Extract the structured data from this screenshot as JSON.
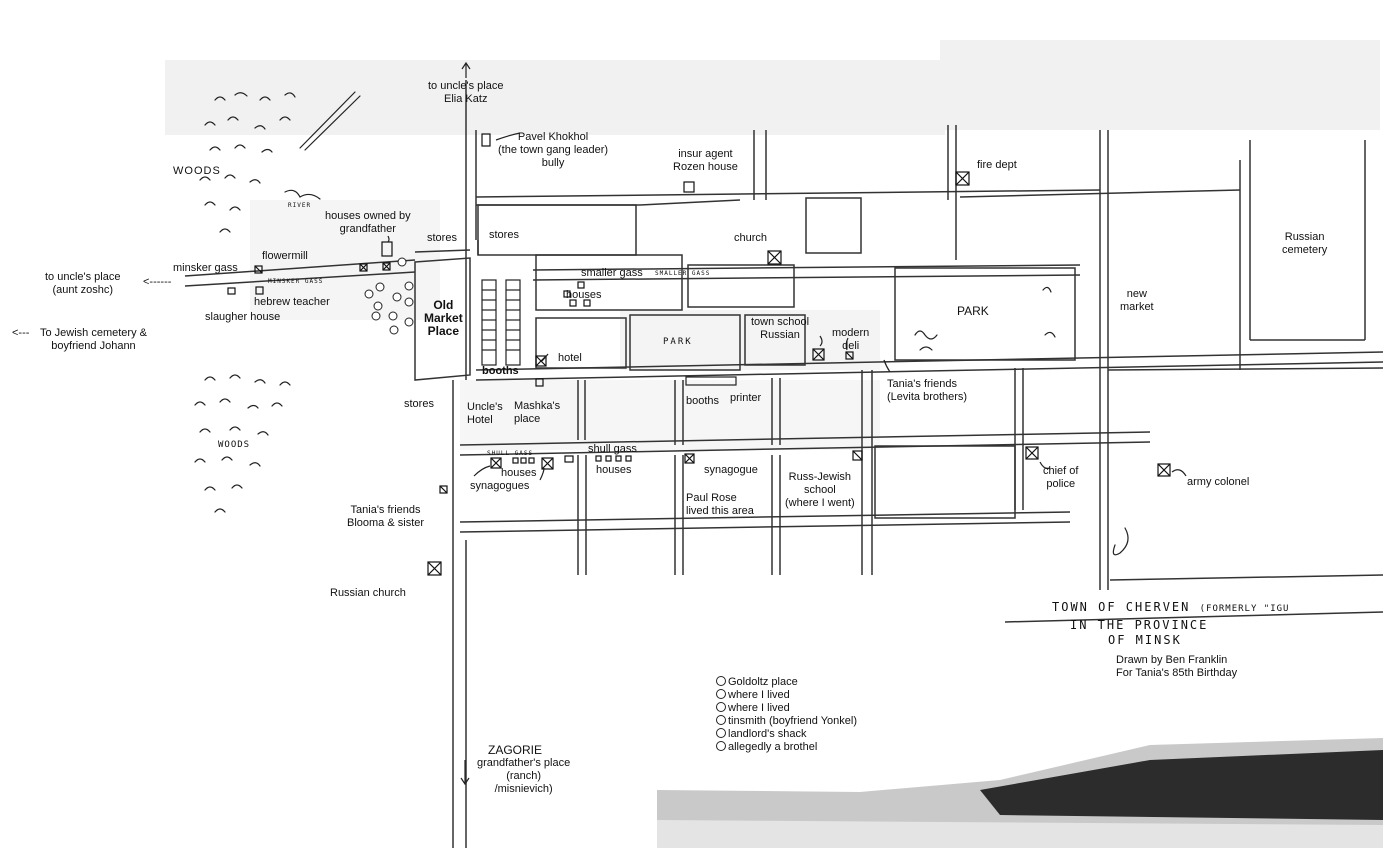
{
  "title": {
    "line1": "TOWN OF CHERVEN",
    "line1_note": "(FORMERLY \"IGU",
    "line2": "IN THE PROVINCE",
    "line3": "OF MINSK",
    "credit1": "Drawn by Ben Franklin",
    "credit2": "For Tania's 85th Birthday"
  },
  "directions": {
    "uncle_elia_1": "to uncle's place",
    "uncle_elia_2": "Elia Katz",
    "uncle_aunt_1": "to uncle's place",
    "uncle_aunt_2": "(aunt zoshc)",
    "uncle_aunt_arrow": "<------",
    "cemetery_1": "To Jewish cemetery &",
    "cemetery_2": "boyfriend Johann",
    "cemetery_arrow": "<---",
    "zagorie": "ZAGORIE",
    "zagorie_2": "grandfather's place",
    "zagorie_3": "(ranch)",
    "zagorie_4": "/misnievich)"
  },
  "labels": {
    "woods_top": "WOODS",
    "woods_bottom": "WOODS",
    "river": "RIVER",
    "pavel_1": "Pavel Khokhol",
    "pavel_2": "(the town gang leader)",
    "pavel_3": "bully",
    "insur_1": "insur agent",
    "insur_2": "Rozen house",
    "fire_dept": "fire dept",
    "houses_grandfather_1": "houses owned by",
    "houses_grandfather_2": "grandfather",
    "stores_1": "stores",
    "stores_2": "stores",
    "stores_3": "stores",
    "church": "church",
    "russian_cemetery_1": "Russian",
    "russian_cemetery_2": "cemetery",
    "flowermill": "flowermill",
    "minsker_gass": "minsker gass",
    "minsker_gass_street": "MINSKER GASS",
    "hebrew_teacher": "hebrew teacher",
    "slaughter_house": "slaugher house",
    "old_market_1": "Old",
    "old_market_2": "Market",
    "old_market_3": "Place",
    "smaller_gass": "smaller gass",
    "smaller_gass_street": "SMALLER GASS",
    "houses_1": "houses",
    "park_big": "PARK",
    "park_small": "PARK",
    "new_market_1": "new",
    "new_market_2": "market",
    "town_school_1": "town school",
    "town_school_2": "Russian",
    "modern_deli_1": "modern",
    "modern_deli_2": "deli",
    "hotel": "hotel",
    "booths_1": "booths",
    "booths_2": "booths",
    "printer": "printer",
    "tania_levita_1": "Tania's friends",
    "tania_levita_2": "(Levita brothers)",
    "uncles_hotel_1": "Uncle's",
    "uncles_hotel_2": "Hotel",
    "mashka_1": "Mashka's",
    "mashka_2": "place",
    "shull_gass": "shull gass",
    "shull_gass_street": "SHULL GASS",
    "houses_2": "houses",
    "houses_3": "houses",
    "synagogues": "synagogues",
    "synagogue": "synagogue",
    "paul_rose_1": "Paul Rose",
    "paul_rose_2": "lived this area",
    "russ_jewish_1": "Russ-Jewish",
    "russ_jewish_2": "school",
    "russ_jewish_3": "(where I went)",
    "chief_police_1": "chief of",
    "chief_police_2": "police",
    "army_colonel": "army colonel",
    "tania_blooma_1": "Tania's friends",
    "tania_blooma_2": "Blooma & sister",
    "russian_church": "Russian church"
  },
  "legend": [
    {
      "key": "1",
      "label": "Goldoltz place"
    },
    {
      "key": "2",
      "label": "where I lived"
    },
    {
      "key": "3",
      "label": "where I lived"
    },
    {
      "key": "4",
      "label": "tinsmith (boyfriend Yonkel)"
    },
    {
      "key": "5",
      "label": "landlord's shack"
    },
    {
      "key": "6",
      "label": "allegedly a brothel"
    }
  ]
}
